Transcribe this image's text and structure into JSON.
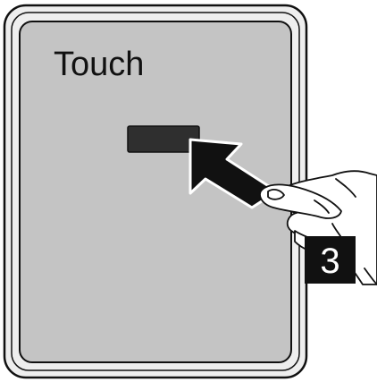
{
  "panel": {
    "label": "Touch"
  },
  "step": {
    "number": "3"
  },
  "icons": {
    "sensor": "sensor-window",
    "direction": "arrow-pointing-to-sensor",
    "hand": "hand-pointing-finger"
  },
  "colors": {
    "panel_face": "#c4c4c4",
    "panel_bezel": "#eeeeee",
    "outline": "#111111",
    "sensor": "#2f2f2f",
    "badge": "#111111",
    "hand_fill": "#ffffff"
  }
}
